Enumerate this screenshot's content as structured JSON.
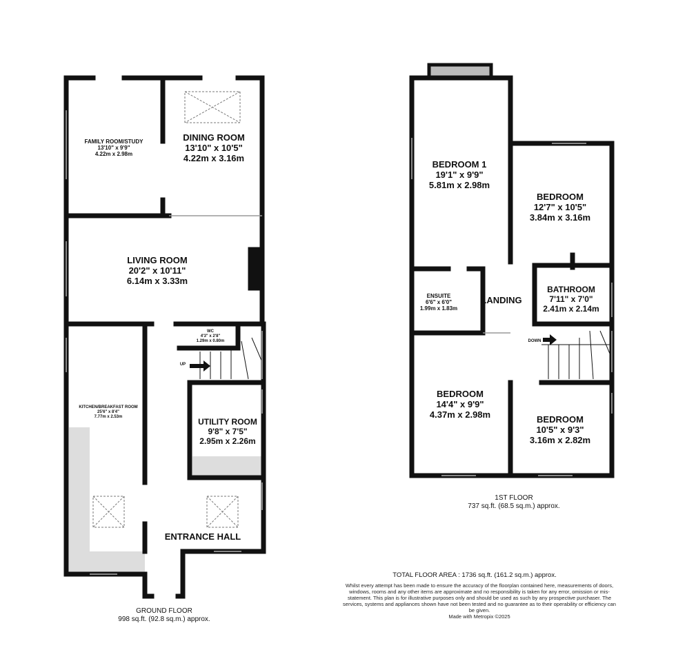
{
  "ground_floor": {
    "rooms": {
      "family_room": {
        "name": "FAMILY ROOM/STUDY",
        "imperial": "13'10\"  x 9'9\"",
        "metric": "4.22m  x 2.98m"
      },
      "dining_room": {
        "name": "DINING ROOM",
        "imperial": "13'10\"  x 10'5\"",
        "metric": "4.22m  x 3.16m"
      },
      "living_room": {
        "name": "LIVING ROOM",
        "imperial": "20'2\"  x 10'11\"",
        "metric": "6.14m  x 3.33m"
      },
      "wc": {
        "name": "WC",
        "imperial": "4'3\"  x 2'8\"",
        "metric": "1.29m  x 0.80m"
      },
      "kitchen": {
        "name": "KITCHEN/BREAKFAST ROOM",
        "imperial": "25'6\"  x 8'4\"",
        "metric": "7.77m  x 2.53m"
      },
      "utility_room": {
        "name": "UTILITY ROOM",
        "imperial": "9'8\"  x 7'5\"",
        "metric": "2.95m  x 2.26m"
      },
      "entrance_hall": {
        "name": "ENTRANCE HALL"
      }
    },
    "stairs_label": "UP",
    "title": "GROUND FLOOR",
    "area": "998 sq.ft. (92.8 sq.m.) approx."
  },
  "first_floor": {
    "rooms": {
      "bedroom1": {
        "name": "BEDROOM 1",
        "imperial": "19'1\"  x 9'9\"",
        "metric": "5.81m  x 2.98m"
      },
      "bedroom2": {
        "name": "BEDROOM",
        "imperial": "12'7\"  x 10'5\"",
        "metric": "3.84m  x 3.16m"
      },
      "ensuite": {
        "name": "ENSUITE",
        "imperial": "6'6\"  x 6'0\"",
        "metric": "1.99m  x 1.83m"
      },
      "landing": {
        "name": "LANDING"
      },
      "bathroom": {
        "name": "BATHROOM",
        "imperial": "7'11\"  x 7'0\"",
        "metric": "2.41m  x 2.14m"
      },
      "bedroom3": {
        "name": "BEDROOM",
        "imperial": "14'4\"  x 9'9\"",
        "metric": "4.37m  x 2.98m"
      },
      "bedroom4": {
        "name": "BEDROOM",
        "imperial": "10'5\"  x 9'3\"",
        "metric": "3.16m  x 2.82m"
      }
    },
    "stairs_label": "DOWN",
    "title": "1ST FLOOR",
    "area": "737 sq.ft. (68.5 sq.m.) approx."
  },
  "total_area": "TOTAL FLOOR AREA : 1736 sq.ft. (161.2 sq.m.) approx.",
  "disclaimer": "Whilst every attempt has been made to ensure the accuracy of the floorplan contained here, measurements of doors, windows, rooms and any other items are approximate and no responsibility is taken for any error, omission or mis-statement. This plan is for illustrative purposes only and should be used as such by any prospective purchaser. The services, systems and appliances shown have not been tested and no guarantee as to their operability or efficiency can be given.",
  "credit": "Made with Metropix ©2025",
  "colors": {
    "wall": "#111111",
    "fixture": "#dddddd",
    "balcony": "#bbbbbb"
  }
}
